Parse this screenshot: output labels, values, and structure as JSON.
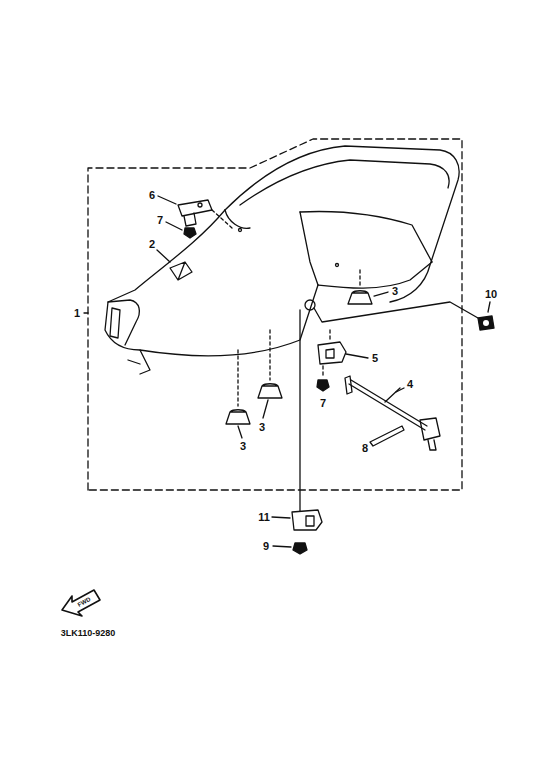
{
  "diagram": {
    "labels": [
      "6",
      "7",
      "2",
      "1",
      "3",
      "10",
      "5",
      "4",
      "7",
      "8",
      "3",
      "3",
      "11",
      "9",
      "FWD",
      "3LK110-9280"
    ]
  }
}
